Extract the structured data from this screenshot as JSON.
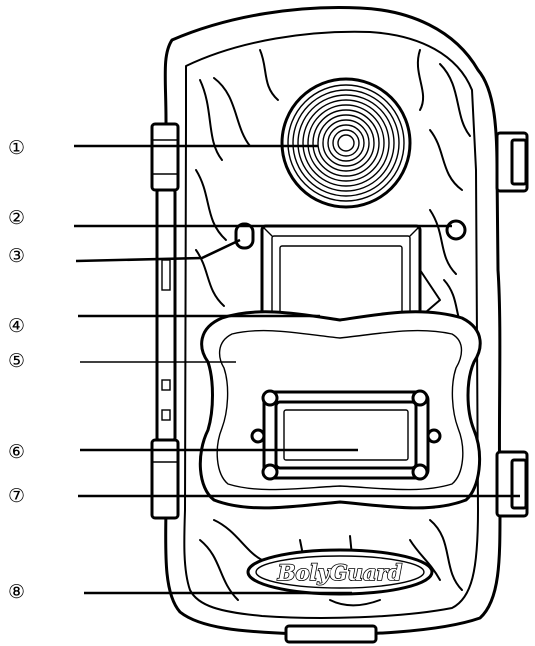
{
  "diagram": {
    "logo_text": "BolyGuard",
    "callouts": [
      {
        "label": "①"
      },
      {
        "label": "②"
      },
      {
        "label": "③"
      },
      {
        "label": "④"
      },
      {
        "label": "⑤"
      },
      {
        "label": "⑥"
      },
      {
        "label": "⑦"
      },
      {
        "label": "⑧"
      }
    ]
  }
}
